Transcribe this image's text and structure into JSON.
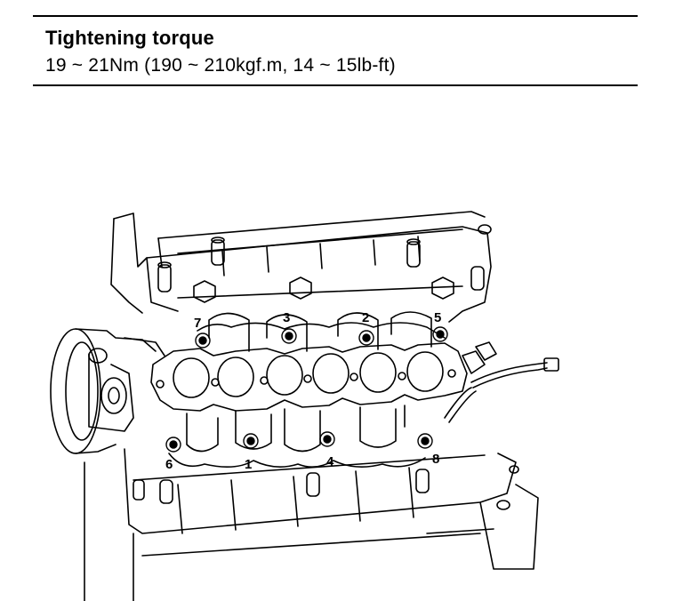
{
  "header": {
    "title": "Tightening torque",
    "spec": "19 ~ 21Nm (190 ~ 210kgf.m, 14 ~ 15lb-ft)"
  },
  "figure": {
    "bolt_labels": {
      "b1": "1",
      "b2": "2",
      "b3": "3",
      "b4": "4",
      "b5": "5",
      "b6": "6",
      "b7": "7",
      "b8": "8"
    }
  }
}
